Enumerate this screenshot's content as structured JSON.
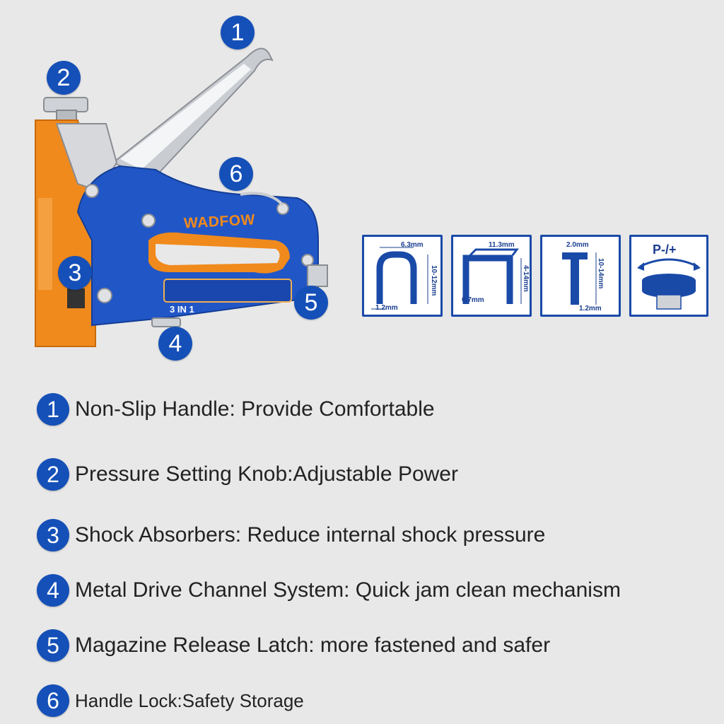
{
  "brand": "WADFOW",
  "tool_badge": "3 IN 1",
  "callouts": [
    "1",
    "2",
    "3",
    "4",
    "5",
    "6"
  ],
  "specs": [
    {
      "icon": "u-staple-icon",
      "width": "6.3mm",
      "height": "10-12mm",
      "gauge": "1.2mm"
    },
    {
      "icon": "flat-staple-icon",
      "width": "11.3mm",
      "height": "4-14mm",
      "gauge": "0.7mm"
    },
    {
      "icon": "t-nail-icon",
      "width": "2.0mm",
      "height": "10-14mm",
      "gauge": "1.2mm"
    },
    {
      "icon": "pressure-knob-icon",
      "label": "P-/+"
    }
  ],
  "features": [
    {
      "num": "1",
      "text": "Non-Slip Handle: Provide Comfortable"
    },
    {
      "num": "2",
      "text": "Pressure Setting Knob:Adjustable Power"
    },
    {
      "num": "3",
      "text": "Shock Absorbers: Reduce internal shock pressure"
    },
    {
      "num": "4",
      "text": "Metal Drive Channel System: Quick jam clean mechanism"
    },
    {
      "num": "5",
      "text": "Magazine Release Latch: more fastened and safer"
    },
    {
      "num": "6",
      "text": "Handle Lock:Safety Storage"
    }
  ],
  "colors": {
    "accent_blue": "#1550b8",
    "orange": "#f08a1c",
    "background": "#e8e8e8"
  }
}
